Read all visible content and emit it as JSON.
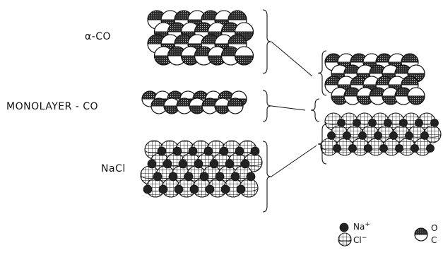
{
  "labels": {
    "alpha_co": "α-CO",
    "monolayer_co": "MONOLAYER - CO",
    "nacl": "NaCl"
  },
  "legend": {
    "na_base": "Na",
    "na_sup": "+",
    "cl_base": "Cl",
    "cl_sup": "−",
    "o": "O",
    "c": "C"
  },
  "colors": {
    "ink": "#111111",
    "paper": "#ffffff"
  }
}
